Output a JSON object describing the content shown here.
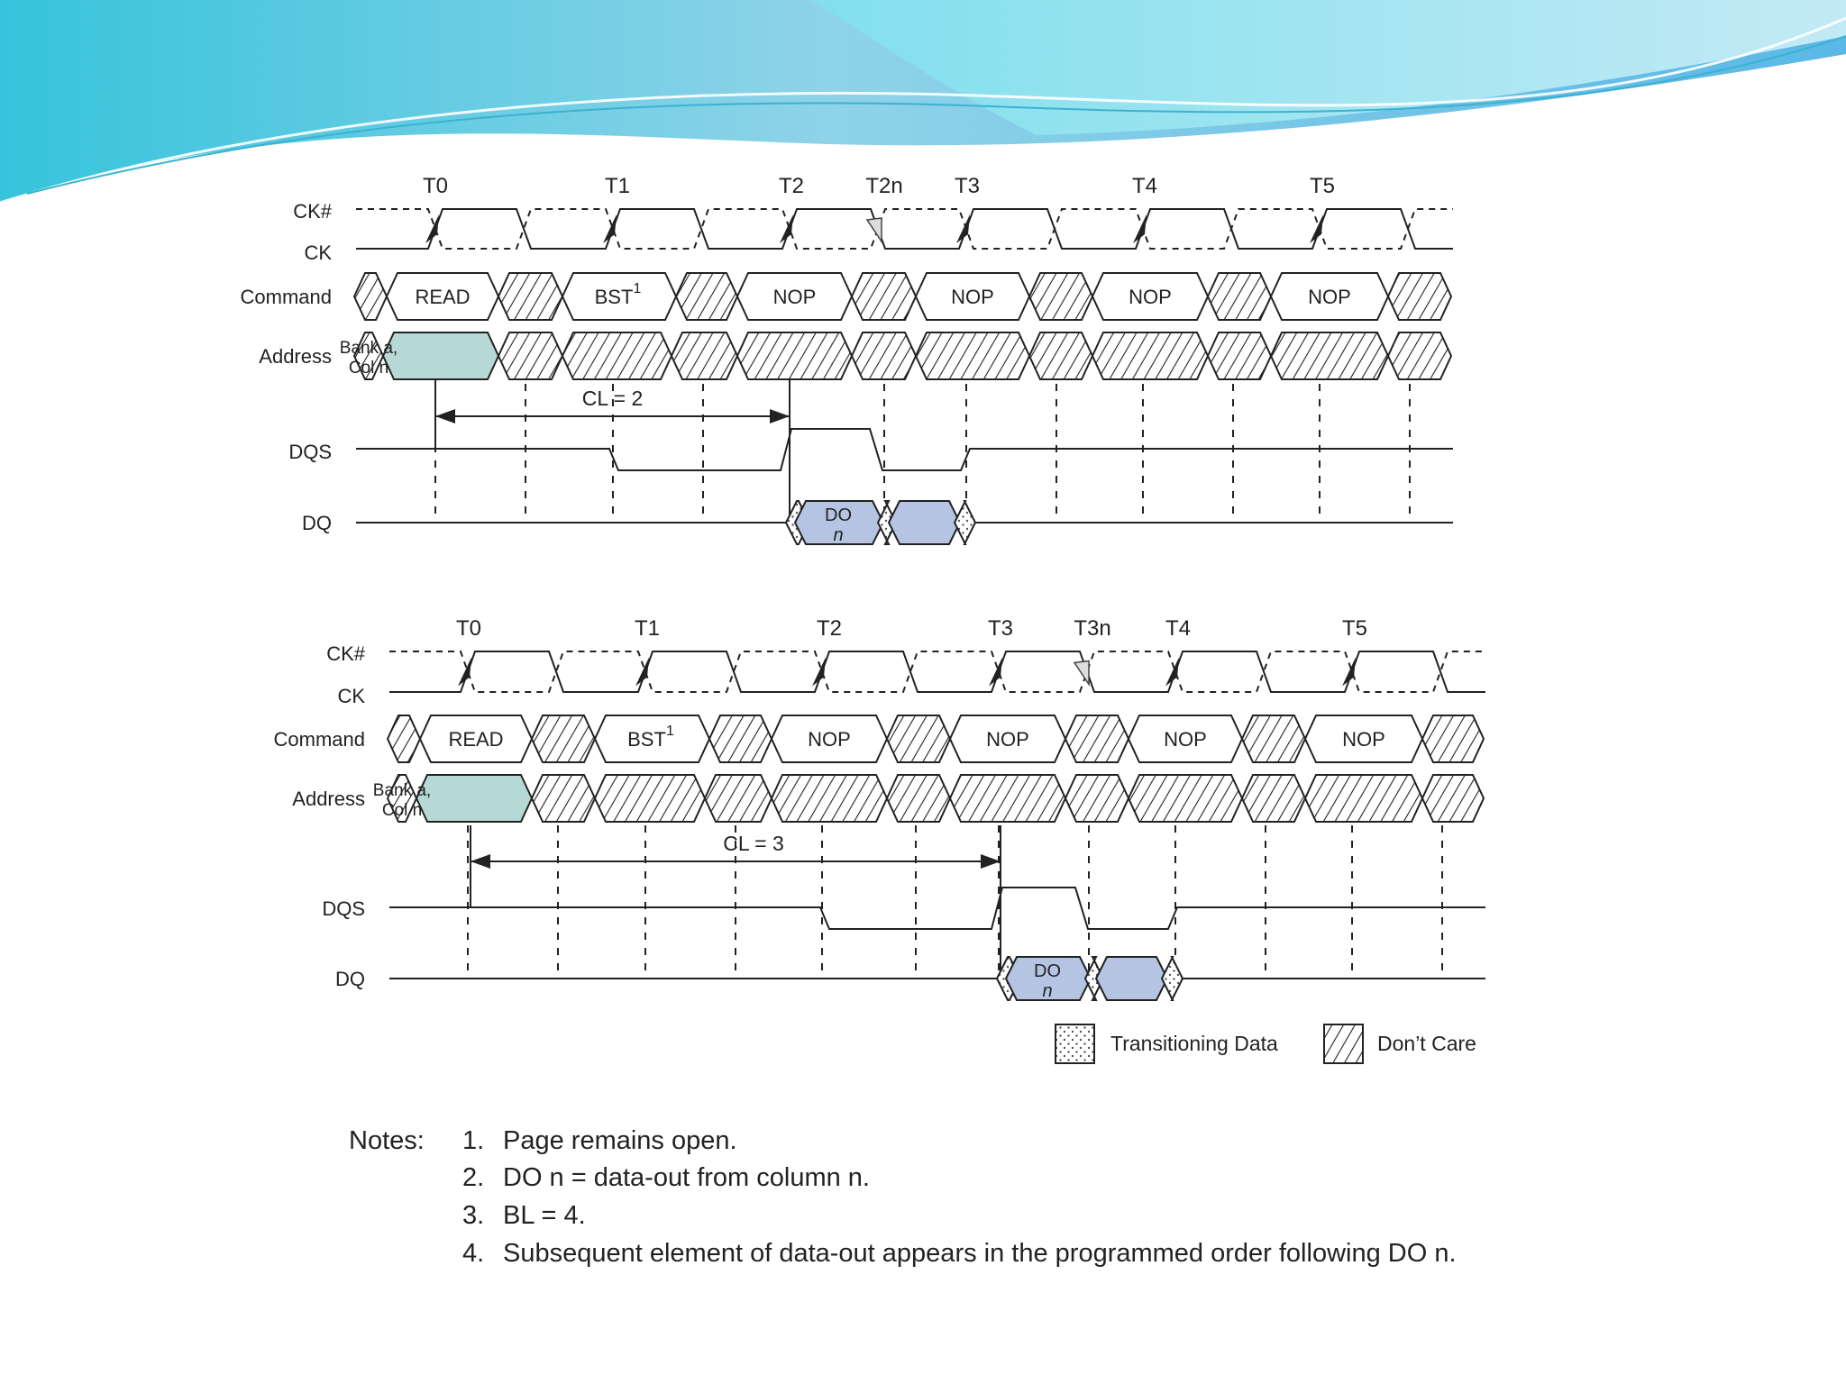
{
  "diagrams": [
    {
      "id": "cl2",
      "clock_labels": [
        "T0",
        "T1",
        "T2",
        "T2n",
        "T3",
        "T4",
        "T5"
      ],
      "signal_labels": {
        "ck_bar": "CK#",
        "ck": "CK",
        "command": "Command",
        "address": "Address",
        "dqs": "DQS",
        "dq": "DQ"
      },
      "commands": [
        "READ",
        "BST",
        "NOP",
        "NOP",
        "NOP",
        "NOP"
      ],
      "bst_superscript": "1",
      "address": {
        "bank": "Bank a,",
        "col": "Col n"
      },
      "latency_label": "CL = 2",
      "dq_label": {
        "top": "DO",
        "bottom": "n"
      }
    },
    {
      "id": "cl3",
      "clock_labels": [
        "T0",
        "T1",
        "T2",
        "T3",
        "T3n",
        "T4",
        "T5"
      ],
      "signal_labels": {
        "ck_bar": "CK#",
        "ck": "CK",
        "command": "Command",
        "address": "Address",
        "dqs": "DQS",
        "dq": "DQ"
      },
      "commands": [
        "READ",
        "BST",
        "NOP",
        "NOP",
        "NOP",
        "NOP"
      ],
      "bst_superscript": "1",
      "address": {
        "bank": "Bank a,",
        "col": "Col n"
      },
      "latency_label": "CL = 3",
      "dq_label": {
        "top": "DO",
        "bottom": "n"
      }
    }
  ],
  "legend": {
    "transitioning": "Transitioning Data",
    "dont_care": "Don’t Care"
  },
  "notes": {
    "heading": "Notes:",
    "items": [
      {
        "num": "1.",
        "text": "Page remains open."
      },
      {
        "num": "2.",
        "text": "DO n = data-out from column n."
      },
      {
        "num": "3.",
        "text": "BL = 4."
      },
      {
        "num": "4.",
        "text": "Subsequent element of data-out appears in the programmed order following DO n."
      }
    ]
  },
  "colors": {
    "bank_fill": "#b7d9d6",
    "dq_fill": "#b4c4e2",
    "wave_top": "#4ec8dc",
    "wave_light": "#c6edf4"
  }
}
